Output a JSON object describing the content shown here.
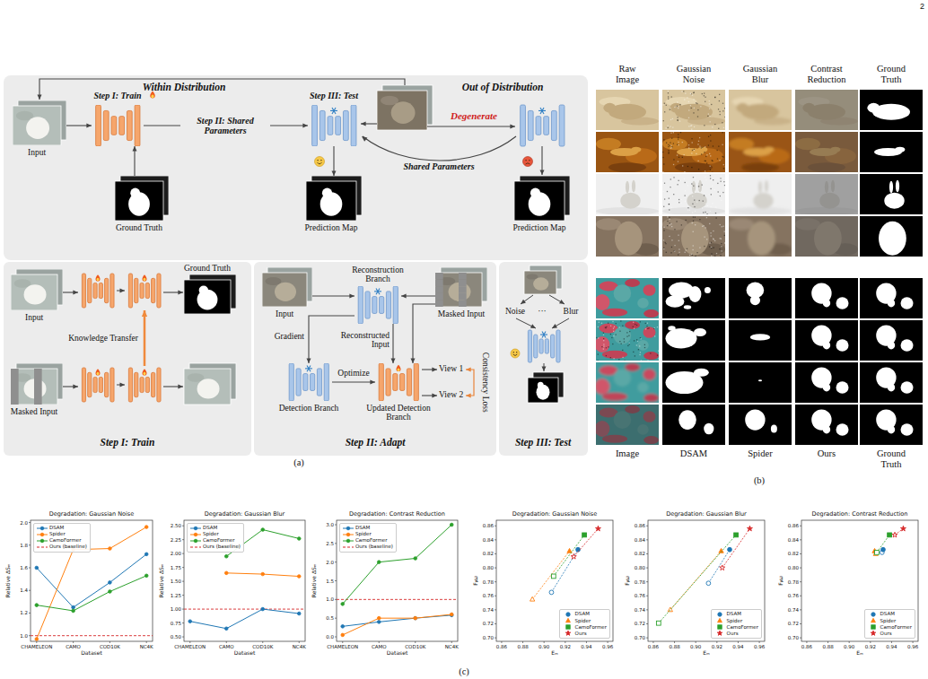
{
  "diagram": {
    "nodes": [
      {
        "text": [
          "Within Distribution",
          "Out of Distribution"
        ]
      },
      {
        "text": [
          "Input"
        ],
        "in": 0
      },
      {
        "text": [
          "Step I: Train"
        ],
        "in": 0
      },
      {
        "text": [
          "Ground Truth"
        ],
        "in": 0
      },
      {
        "text": [
          "Step III: Test"
        ],
        "in": 0
      },
      {
        "text": [
          "Prediction Map"
        ],
        "in": 0
      },
      {
        "text": [
          "Prediction Map"
        ],
        "in": 0
      },
      {
        "text": [
          "Step I: Train"
        ]
      },
      {
        "text": [
          "Input"
        ],
        "in": 7
      },
      {
        "text": [
          "Ground Truth"
        ],
        "in": 7
      },
      {
        "text": [
          "Masked Input"
        ],
        "in": 7
      },
      {
        "text": [
          "Step II: Adapt"
        ]
      },
      {
        "text": [
          "Input"
        ],
        "in": 11
      },
      {
        "text": [
          "Reconstruction Branch"
        ],
        "in": 11
      },
      {
        "text": [
          "Masked Input"
        ],
        "in": 11
      },
      {
        "text": [
          "Detection Branch"
        ],
        "in": 11
      },
      {
        "text": [
          "Updated Detection Branch"
        ],
        "in": 11
      },
      {
        "text": [
          "Step III: Test"
        ]
      }
    ],
    "edges": [
      {
        "from": 1,
        "to": 2,
        "arrow": "to"
      },
      {
        "from": 3,
        "to": 2,
        "arrow": "to"
      },
      {
        "from": 2,
        "to": 4,
        "label": "Step II: Shared Parameters",
        "arrow": "to"
      },
      {
        "from": 4,
        "to": 5,
        "arrow": "to"
      },
      {
        "from": 12,
        "to": 13,
        "arrow": "to"
      },
      {
        "from": 14,
        "to": 13,
        "arrow": "to"
      },
      {
        "from": 13,
        "to": 15,
        "label": "Gradient",
        "arrow": "to"
      },
      {
        "from": 13,
        "to": 16,
        "label": "Reconstructed Input",
        "arrow": "to"
      },
      {
        "from": 15,
        "to": 16,
        "label": "Optimize",
        "arrow": "to"
      },
      {
        "from": 14,
        "to": 16,
        "arrow": "to"
      }
    ],
    "labels": [
      "2",
      "Degenerate",
      "Shared Parameters",
      "Knowledge Transfer",
      "View 1",
      "View 2",
      "Consistency Loss",
      "Noise",
      "···",
      "Blur",
      "(a)",
      "Raw Image",
      "Gaussian Noise",
      "Gaussian Blur",
      "Contrast Reduction",
      "Ground Truth",
      "Image",
      "DSAM",
      "Spider",
      "Ours",
      "Ground Truth",
      "(b)",
      "(c)",
      "Degradation: Gaussian Noise",
      "Relative ΔSₘ",
      "Dataset",
      "CHAMELEON",
      "CAMO",
      "COD10K",
      "NC4K",
      "1.0",
      "1.2",
      "1.4",
      "1.6",
      "1.8",
      "2.0",
      "Degradation: Gaussian Blur",
      "Relative ΔSₘ",
      "Dataset",
      "CHAMELEON",
      "CAMO",
      "COD10K",
      "NC4K",
      "0.50",
      "0.75",
      "1.00",
      "1.25",
      "1.50",
      "1.75",
      "2.00",
      "2.25",
      "2.50",
      "Degradation: Contrast Reduction",
      "Relative ΔSₘ",
      "Dataset",
      "CHAMELEON",
      "CAMO",
      "COD10K",
      "NC4K",
      "0.0",
      "0.5",
      "1.0",
      "1.5",
      "2.0",
      "2.5",
      "3.0",
      "Degradation: Gaussian Noise",
      "Fᵦω",
      "Eₘ",
      "0.86",
      "0.88",
      "0.90",
      "0.92",
      "0.94",
      "0.96",
      "0.70",
      "0.72",
      "0.74",
      "0.76",
      "0.78",
      "0.80",
      "0.82",
      "0.84",
      "0.86",
      "Degradation: Gaussian Blur",
      "Fᵦω",
      "Eₘ",
      "0.86",
      "0.88",
      "0.90",
      "0.92",
      "0.94",
      "0.96",
      "0.70",
      "0.72",
      "0.74",
      "0.76",
      "0.78",
      "0.80",
      "0.82",
      "0.84",
      "0.86",
      "Degradation: Contrast Reduction",
      "Fᵦω",
      "Eₘ",
      "0.86",
      "0.88",
      "0.90",
      "0.92",
      "0.94",
      "0.96",
      "0.70",
      "0.72",
      "0.74",
      "0.76",
      "0.78",
      "0.80",
      "0.82",
      "0.84",
      "0.86"
    ],
    "legend": [
      {
        "text": "DSAM"
      },
      {
        "text": "Spider"
      },
      {
        "text": "CamoFormer"
      },
      {
        "text": "Ours (baseline)"
      },
      {
        "text": "DSAM"
      },
      {
        "text": "Spider"
      },
      {
        "text": "CamoFormer"
      },
      {
        "text": "Ours (baseline)"
      },
      {
        "text": "DSAM"
      },
      {
        "text": "Spider"
      },
      {
        "text": "CamoFormer"
      },
      {
        "text": "Ours (baseline)"
      },
      {
        "text": "DSAM"
      },
      {
        "text": "Spider"
      },
      {
        "text": "CamoFormer"
      },
      {
        "text": "Ours"
      },
      {
        "text": "DSAM"
      },
      {
        "text": "Spider"
      },
      {
        "text": "CamoFormer"
      },
      {
        "text": "Ours"
      },
      {
        "text": "DSAM"
      },
      {
        "text": "Spider"
      },
      {
        "text": "CamoFormer"
      },
      {
        "text": "Ours"
      }
    ]
  }
}
